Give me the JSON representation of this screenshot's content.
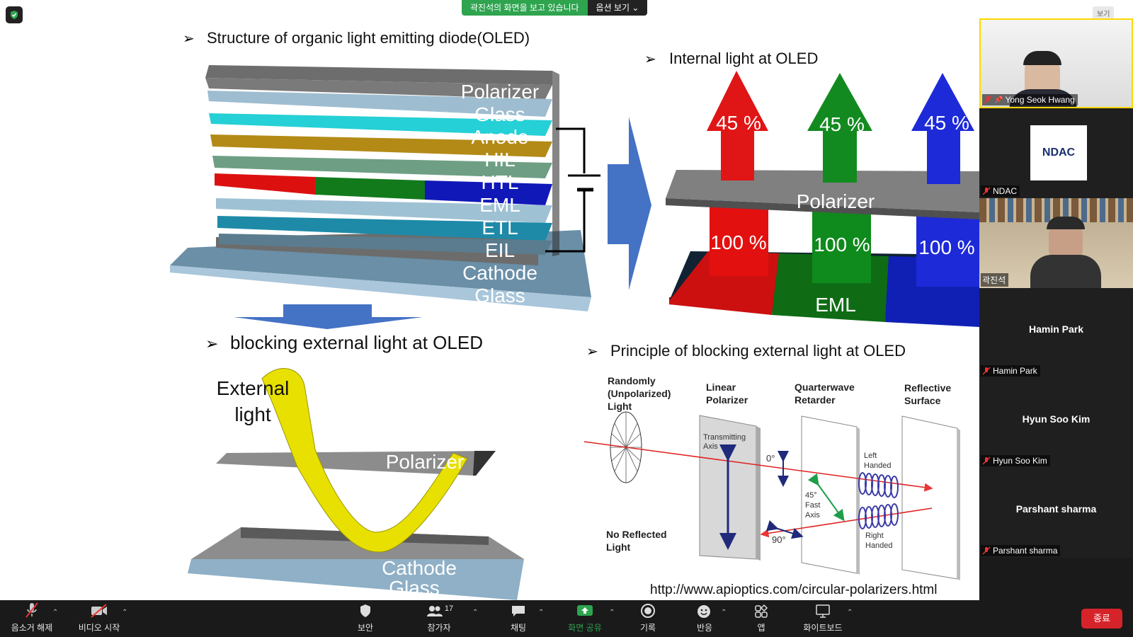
{
  "banner": {
    "message": "곽진석의 화면을 보고 있습니다",
    "options": "옵션 보기 ⌄"
  },
  "view_button": "보기",
  "slide": {
    "sections": {
      "structure": "Structure of organic light emitting diode(OLED)",
      "internal": "Internal light at OLED",
      "blocking": "blocking external light at OLED",
      "principle": "Principle of blocking external light at OLED"
    },
    "layers": [
      "Polarizer",
      "Glass",
      "Anode",
      "HIL",
      "HTL",
      "EML",
      "ETL",
      "EIL",
      "Cathode",
      "Glass"
    ],
    "internal": {
      "top_percent": [
        "45 %",
        "45 %",
        "45 %"
      ],
      "bottom_percent": [
        "100 %",
        "100 %",
        "100 %"
      ],
      "polarizer": "Polarizer",
      "eml": "EML"
    },
    "blocking": {
      "external": "External",
      "light": "light",
      "polarizer": "Polarizer",
      "cathode": "Cathode",
      "glass": "Glass"
    },
    "principle": {
      "randomly": "Randomly",
      "unpolarized": "(Unpolarized)",
      "light": "Light",
      "linear": "Linear",
      "polarizer": "Polarizer",
      "quarterwave": "Quarterwave",
      "retarder": "Retarder",
      "reflective": "Reflective",
      "surface": "Surface",
      "transmitting": "Transmitting",
      "axis": "Axis",
      "left": "Left",
      "handed_l": "Handed",
      "right": "Right",
      "handed_r": "Handed",
      "deg0": "0°",
      "deg45": "45°",
      "fast": "Fast",
      "axis2": "Axis",
      "deg90": "90°",
      "no_reflected": "No Reflected",
      "light2": "Light"
    },
    "url": "http://www.apioptics.com/circular-polarizers.html"
  },
  "participants": [
    {
      "name": "Yong Seok Hwang",
      "pinned": true
    },
    {
      "name": "NDAC",
      "logo": "NDAC"
    },
    {
      "name": "곽진석"
    },
    {
      "name": "Hamin Park"
    },
    {
      "name": "Hyun Soo Kim"
    },
    {
      "name": "Parshant sharma"
    }
  ],
  "toolbar": {
    "mute": "음소거 해제",
    "video": "비디오 시작",
    "security": "보안",
    "participants": "참가자",
    "participants_count": "17",
    "chat": "채팅",
    "share": "화면 공유",
    "record": "기록",
    "reactions": "반응",
    "apps": "앱",
    "whiteboard": "화이트보드",
    "end": "종료"
  },
  "colors": {
    "share_green": "#2ea44f",
    "end_red": "#d6232a",
    "toolbar_bg": "#1a1a1a"
  }
}
